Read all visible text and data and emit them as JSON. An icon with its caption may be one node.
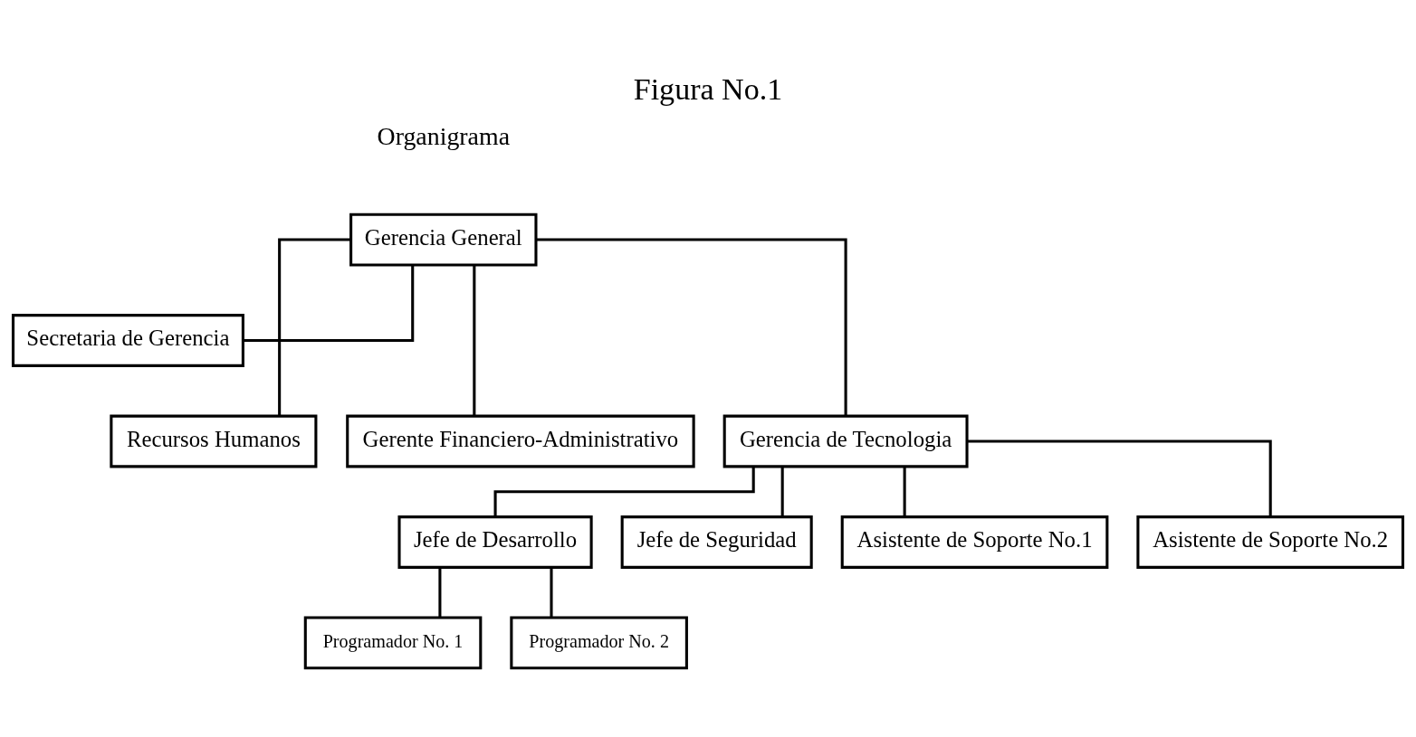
{
  "diagram": {
    "title": "Figura No.1",
    "nodes": [
      {
        "text": [
          "Gerencia General"
        ]
      },
      {
        "text": [
          "Secretaria de Gerencia"
        ]
      },
      {
        "text": [
          "Recursos Humanos"
        ]
      },
      {
        "text": [
          "Gerente Financiero-Administrativo"
        ]
      },
      {
        "text": [
          "Gerencia de Tecnologia"
        ]
      },
      {
        "text": [
          "Jefe de Desarrollo"
        ]
      },
      {
        "text": [
          "Jefe de Seguridad"
        ]
      },
      {
        "text": [
          "Asistente de Soporte No.1"
        ]
      },
      {
        "text": [
          "Asistente de Soporte No.2"
        ]
      },
      {
        "text": [
          "Programador No. 1"
        ]
      },
      {
        "text": [
          "Programador No. 2"
        ]
      }
    ],
    "edges": [
      {
        "from": 0,
        "to": 1,
        "arrow": "none"
      },
      {
        "from": 0,
        "to": 2,
        "arrow": "none"
      },
      {
        "from": 0,
        "to": 3,
        "arrow": "none"
      },
      {
        "from": 0,
        "to": 4,
        "arrow": "none"
      },
      {
        "from": 4,
        "to": 5,
        "arrow": "none"
      },
      {
        "from": 4,
        "to": 6,
        "arrow": "none"
      },
      {
        "from": 4,
        "to": 7,
        "arrow": "none"
      },
      {
        "from": 4,
        "to": 8,
        "arrow": "none"
      },
      {
        "from": 5,
        "to": 9,
        "arrow": "none"
      },
      {
        "from": 5,
        "to": 10,
        "arrow": "none"
      }
    ],
    "labels": [
      "Organigrama"
    ]
  }
}
